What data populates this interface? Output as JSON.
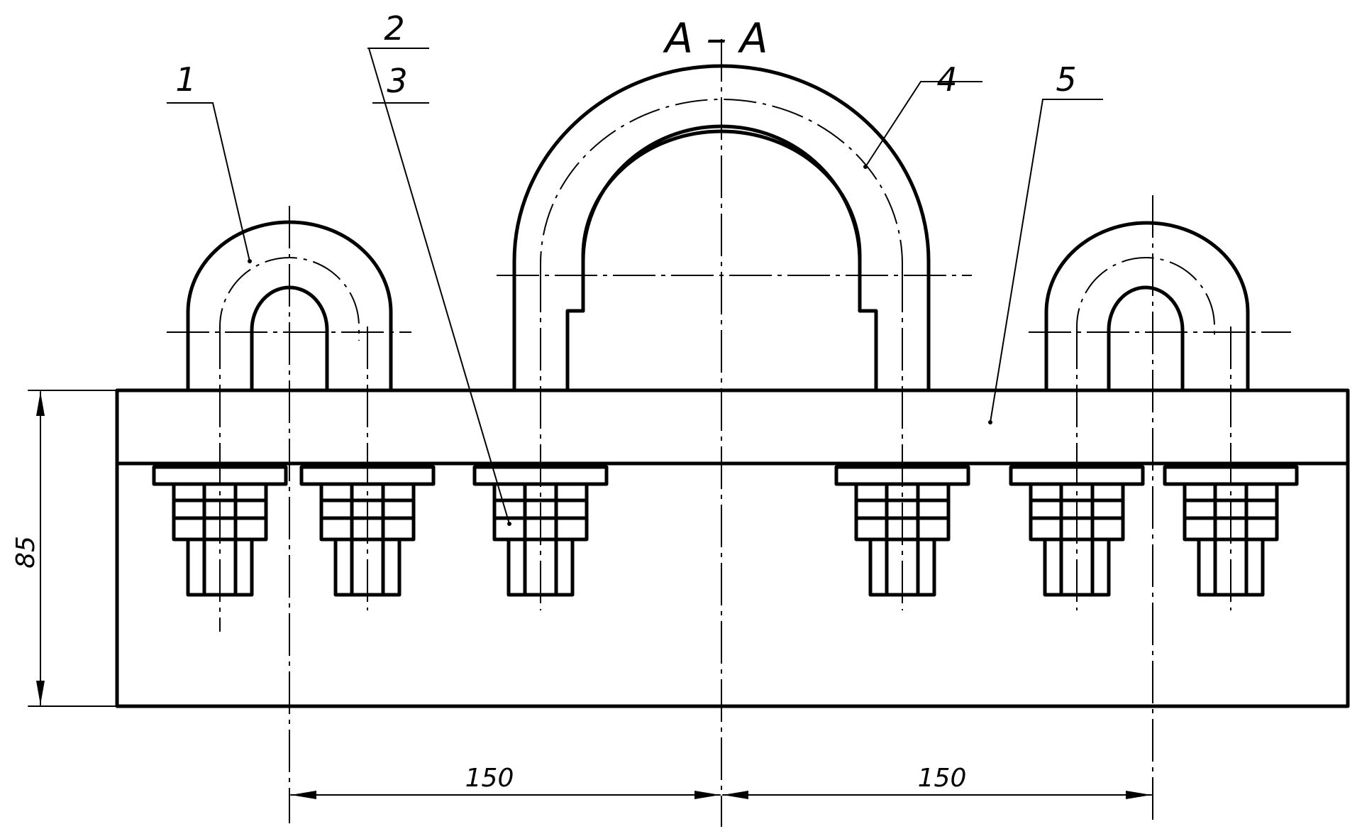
{
  "title": "А – А",
  "callouts": [
    {
      "id": "1",
      "label": "1"
    },
    {
      "id": "2",
      "label": "2"
    },
    {
      "id": "3",
      "label": "3"
    },
    {
      "id": "4",
      "label": "4"
    },
    {
      "id": "5",
      "label": "5"
    }
  ],
  "dimensions": {
    "height": "85",
    "left_span": "150",
    "right_span": "150"
  },
  "colors": {
    "line": "#000000",
    "background": "#ffffff"
  }
}
